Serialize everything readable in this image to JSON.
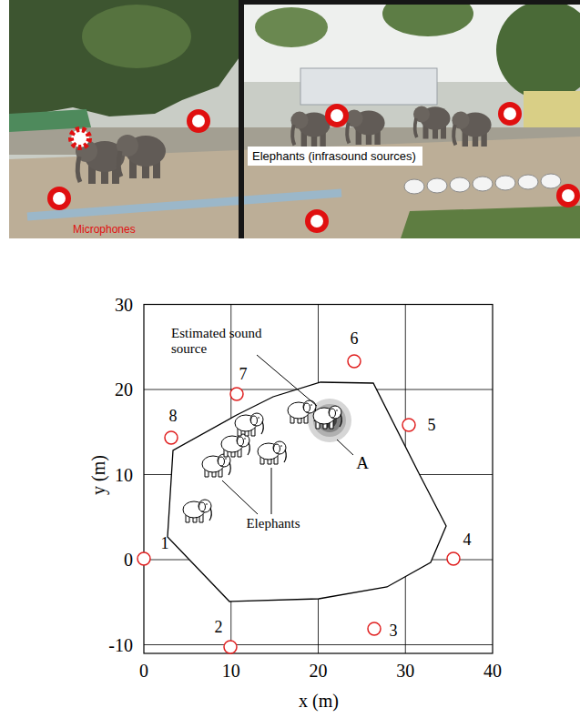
{
  "diagram": {
    "nodes": [
      {
        "text": [
          "Elephants (infrasound sources)"
        ]
      }
    ],
    "labels": [
      "Microphones",
      "Estimated sound source",
      "Elephants",
      "A",
      "1",
      "2",
      "3",
      "4",
      "5",
      "6",
      "7",
      "8",
      "30",
      "20",
      "10",
      "0",
      "-10",
      "0",
      "10",
      "20",
      "30",
      "40",
      "y (m)",
      "x (m)"
    ]
  }
}
